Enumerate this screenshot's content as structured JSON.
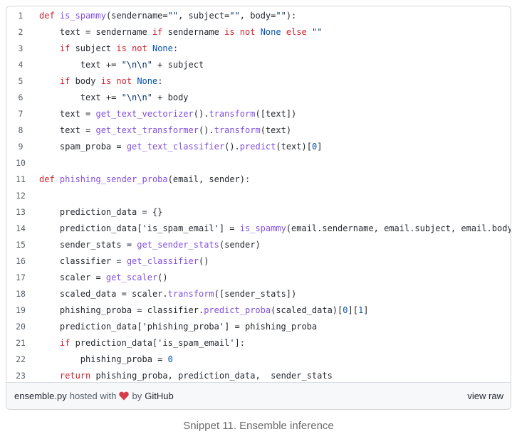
{
  "code_lines": [
    {
      "n": "1",
      "tokens": [
        [
          "kw",
          "def "
        ],
        [
          "fn",
          "is_spammy"
        ],
        [
          "",
          "(sendername="
        ],
        [
          "st",
          "\"\""
        ],
        [
          "",
          ", subject="
        ],
        [
          "st",
          "\"\""
        ],
        [
          "",
          ", body="
        ],
        [
          "st",
          "\"\""
        ],
        [
          "",
          "):"
        ]
      ]
    },
    {
      "n": "2",
      "tokens": [
        [
          "",
          "    text = sendername "
        ],
        [
          "kw",
          "if"
        ],
        [
          "",
          " sendername "
        ],
        [
          "kw",
          "is not"
        ],
        [
          "",
          " "
        ],
        [
          "bl",
          "None"
        ],
        [
          "",
          " "
        ],
        [
          "kw",
          "else"
        ],
        [
          "",
          " "
        ],
        [
          "st",
          "\"\""
        ]
      ]
    },
    {
      "n": "3",
      "tokens": [
        [
          "",
          "    "
        ],
        [
          "kw",
          "if"
        ],
        [
          "",
          " subject "
        ],
        [
          "kw",
          "is not"
        ],
        [
          "",
          " "
        ],
        [
          "bl",
          "None"
        ],
        [
          "",
          ":"
        ]
      ]
    },
    {
      "n": "4",
      "tokens": [
        [
          "",
          "        text += "
        ],
        [
          "st",
          "\"\\n\\n\""
        ],
        [
          "",
          " + subject"
        ]
      ]
    },
    {
      "n": "5",
      "tokens": [
        [
          "",
          "    "
        ],
        [
          "kw",
          "if"
        ],
        [
          "",
          " body "
        ],
        [
          "kw",
          "is not"
        ],
        [
          "",
          " "
        ],
        [
          "bl",
          "None"
        ],
        [
          "",
          ":"
        ]
      ]
    },
    {
      "n": "6",
      "tokens": [
        [
          "",
          "        text += "
        ],
        [
          "st",
          "\"\\n\\n\""
        ],
        [
          "",
          " + body"
        ]
      ]
    },
    {
      "n": "7",
      "tokens": [
        [
          "",
          "    text = "
        ],
        [
          "fn",
          "get_text_vectorizer"
        ],
        [
          "",
          "()."
        ],
        [
          "fn",
          "transform"
        ],
        [
          "",
          "([text])"
        ]
      ]
    },
    {
      "n": "8",
      "tokens": [
        [
          "",
          "    text = "
        ],
        [
          "fn",
          "get_text_transformer"
        ],
        [
          "",
          "()."
        ],
        [
          "fn",
          "transform"
        ],
        [
          "",
          "(text)"
        ]
      ]
    },
    {
      "n": "9",
      "tokens": [
        [
          "",
          "    spam_proba = "
        ],
        [
          "fn",
          "get_text_classifier"
        ],
        [
          "",
          "()."
        ],
        [
          "fn",
          "predict"
        ],
        [
          "",
          "(text)["
        ],
        [
          "bl",
          "0"
        ],
        [
          "",
          "]"
        ]
      ]
    },
    {
      "n": "10",
      "tokens": [
        [
          "",
          ""
        ]
      ]
    },
    {
      "n": "11",
      "tokens": [
        [
          "kw",
          "def "
        ],
        [
          "fn",
          "phishing_sender_proba"
        ],
        [
          "",
          "(email, sender):"
        ]
      ]
    },
    {
      "n": "12",
      "tokens": [
        [
          "",
          ""
        ]
      ]
    },
    {
      "n": "13",
      "tokens": [
        [
          "",
          "    prediction_data = {}"
        ]
      ]
    },
    {
      "n": "14",
      "tokens": [
        [
          "",
          "    prediction_data['is_spam_email'] = "
        ],
        [
          "fn",
          "is_spammy"
        ],
        [
          "",
          "(email.sendername, email.subject, email.body)"
        ]
      ]
    },
    {
      "n": "15",
      "tokens": [
        [
          "",
          "    sender_stats = "
        ],
        [
          "fn",
          "get_sender_stats"
        ],
        [
          "",
          "(sender)"
        ]
      ]
    },
    {
      "n": "16",
      "tokens": [
        [
          "",
          "    classifier = "
        ],
        [
          "fn",
          "get_classifier"
        ],
        [
          "",
          "()"
        ]
      ]
    },
    {
      "n": "17",
      "tokens": [
        [
          "",
          "    scaler = "
        ],
        [
          "fn",
          "get_scaler"
        ],
        [
          "",
          "()"
        ]
      ]
    },
    {
      "n": "18",
      "tokens": [
        [
          "",
          "    scaled_data = scaler."
        ],
        [
          "fn",
          "transform"
        ],
        [
          "",
          "([sender_stats])"
        ]
      ]
    },
    {
      "n": "19",
      "tokens": [
        [
          "",
          "    phishing_proba = classifier."
        ],
        [
          "fn",
          "predict_proba"
        ],
        [
          "",
          "(scaled_data)["
        ],
        [
          "bl",
          "0"
        ],
        [
          "",
          "]["
        ],
        [
          "bl",
          "1"
        ],
        [
          "",
          "]"
        ]
      ]
    },
    {
      "n": "20",
      "tokens": [
        [
          "",
          "    prediction_data['phishing_proba'] = phishing_proba"
        ]
      ]
    },
    {
      "n": "21",
      "tokens": [
        [
          "",
          "    "
        ],
        [
          "kw",
          "if"
        ],
        [
          "",
          " prediction_data['is_spam_email']:"
        ]
      ]
    },
    {
      "n": "22",
      "tokens": [
        [
          "",
          "        phishing_proba = "
        ],
        [
          "bl",
          "0"
        ]
      ]
    },
    {
      "n": "23",
      "tokens": [
        [
          "",
          "    "
        ],
        [
          "kw",
          "return"
        ],
        [
          "",
          " phishing_proba, prediction_data,  sender_stats"
        ]
      ]
    }
  ],
  "footer": {
    "filename": "ensemble.py",
    "hosted_with": "hosted with",
    "by": "by",
    "github": "GitHub",
    "view_raw": "view raw"
  },
  "caption": "Snippet 11. Ensemble inference",
  "colors": {
    "keyword": "#cf222e",
    "function": "#8250df",
    "builtin": "#0550ae",
    "string": "#0a3069",
    "heart": "#d73a49"
  }
}
